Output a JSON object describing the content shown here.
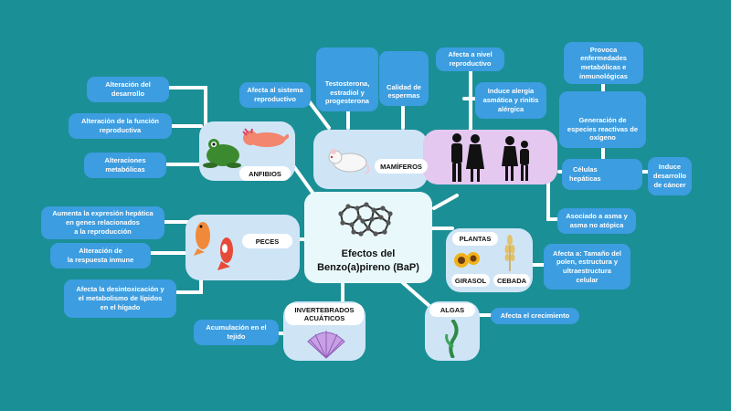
{
  "center": {
    "title": "Efectos del\nBenzo(a)pireno (BaP)"
  },
  "groups": {
    "anfibios": "ANFIBIOS",
    "mamiferos": "MAMÍFEROS",
    "peces": "PECES",
    "plantas": "PLANTAS",
    "girasol": "GIRASOL",
    "cebada": "CEBADA",
    "algas": "ALGAS",
    "invertebrados": "INVERTEBRADOS\nACUÁTICOS"
  },
  "effects": {
    "alteracion_desarrollo": "Alteración del\ndesarrollo",
    "alteracion_funcion_reproductiva": "Alteración de la función\nreproductiva",
    "alteraciones_metabolicas": "Alteraciones\nmetabólicas",
    "afecta_sistema_reproductivo": "Afecta al sistema\nreproductivo",
    "testosterona": "Testosterona,\nestradiol y\nprogesterona",
    "calidad_espermas": "Calidad de\nespermas",
    "afecta_nivel_reproductivo": "Afecta a nivel\nreproductivo",
    "alergia": "Induce alergia\nasmática y rinitis\nalérgica",
    "enfermedades": "Provoca\nenfermedades\nmetabólicas e\ninmunológicas",
    "especies_oxigeno": "Generación de\nespecies reactivas de\noxígeno",
    "celulas_hepaticas": "Células\nhepáticas",
    "cancer": "Induce\ndesarrollo\nde cáncer",
    "asma": "Asociado a asma y\nasma no atópica",
    "expresion_hepatica": "Aumenta la expresión hepática\nen genes relacionados\na la reproducción",
    "respuesta_inmune": "Alteración de\nla respuesta inmune",
    "desintoxicacion": "Afecta la desintoxicación y\nel metabolismo de lípidos\nen el hígado",
    "polen": "Afecta a: Tamaño del\npolen, estructura y\nultraestructura\ncelular",
    "crecimiento": "Afecta el crecimiento",
    "acumulacion": "Acumulación en el\ntejido"
  },
  "colors": {
    "background": "#1b8f96",
    "box": "#3c9de0",
    "panel": "#cfe5f6",
    "connector": "#ffffff",
    "arrow_down": "#e0407a",
    "arrow_up": "#3aa13a"
  },
  "icons": [
    "frog-icon",
    "axolotl-icon",
    "mouse-icon",
    "silhouette-icon",
    "molecule-icon",
    "fish-icon",
    "shell-icon",
    "seaweed-icon",
    "sunflower-icon",
    "barley-icon",
    "liver-icon",
    "down-arrow-icon",
    "up-arrow-icon"
  ]
}
